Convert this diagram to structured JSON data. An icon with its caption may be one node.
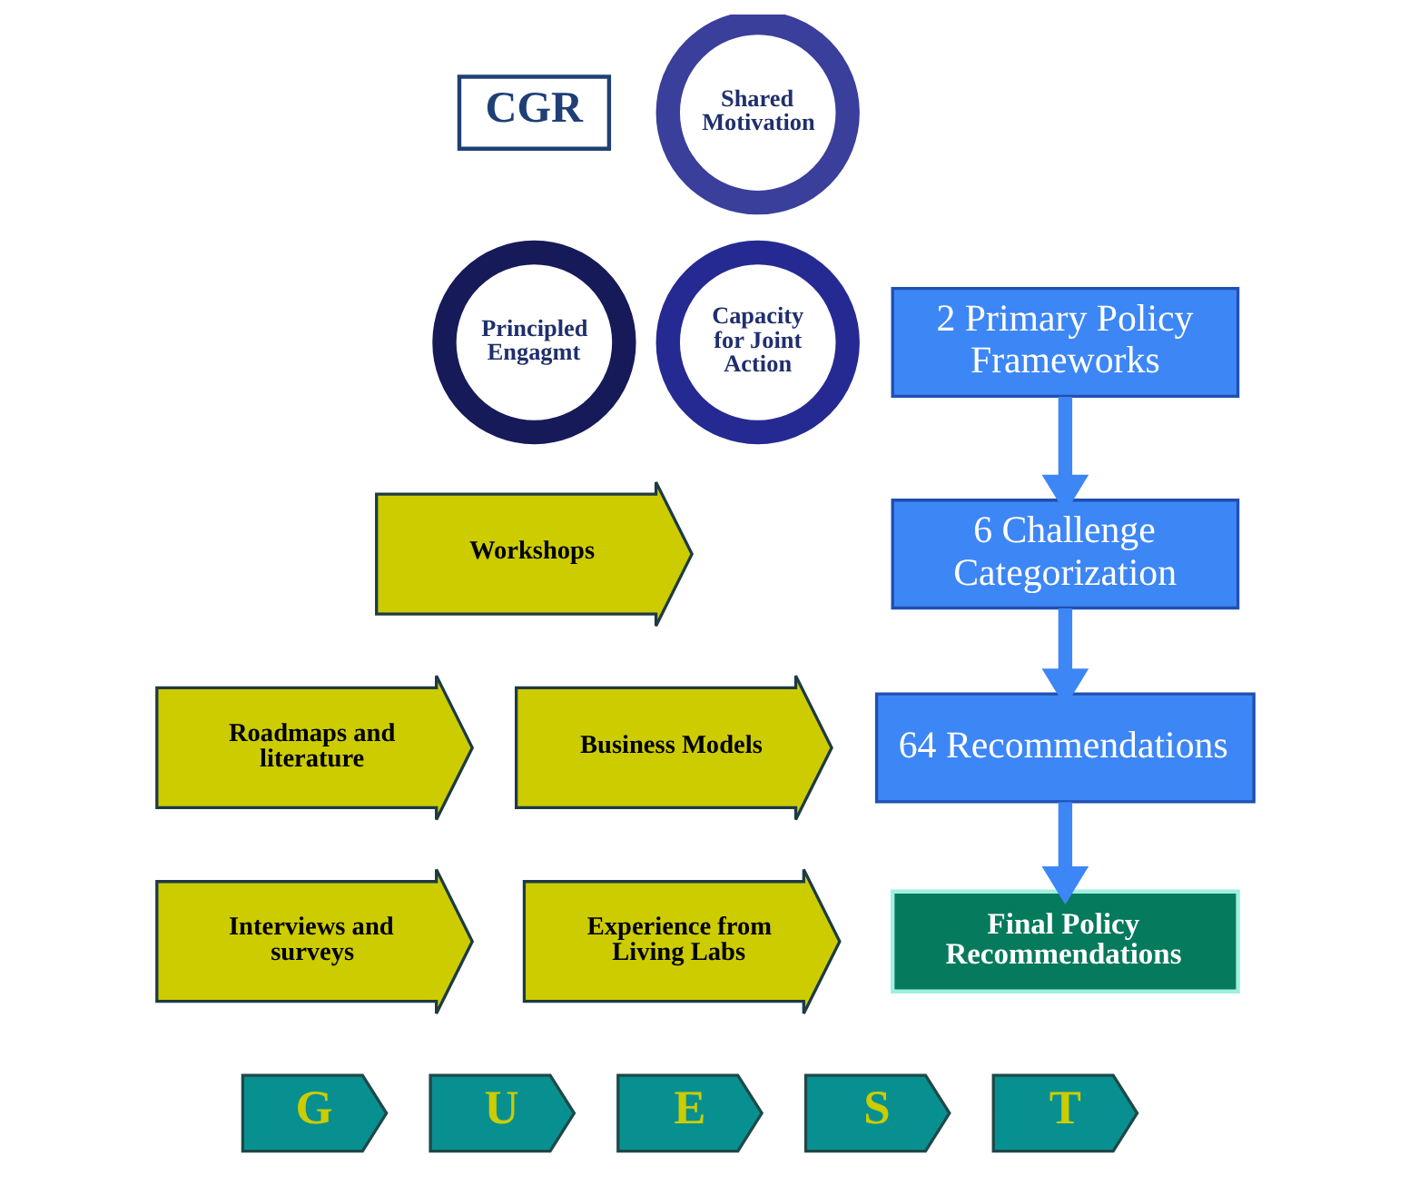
{
  "diagram": {
    "nodes": [
      {
        "text": [
          "CGR"
        ]
      },
      {
        "text": [
          "Shared Motivation"
        ]
      },
      {
        "text": [
          "Principled Engagmt"
        ]
      },
      {
        "text": [
          "Capacity for Joint Action"
        ]
      },
      {
        "text": [
          "Workshops"
        ]
      },
      {
        "text": [
          "Roadmaps and literature"
        ]
      },
      {
        "text": [
          "Business Models"
        ]
      },
      {
        "text": [
          "Interviews and surveys"
        ]
      },
      {
        "text": [
          "Experience from Living Labs"
        ]
      },
      {
        "text": [
          "2 Primary Policy Frameworks"
        ]
      },
      {
        "text": [
          "6 Challenge Categorization"
        ]
      },
      {
        "text": [
          "64 Recommendations"
        ]
      },
      {
        "text": [
          "Final Policy Recommendations"
        ]
      },
      {
        "text": [
          "G"
        ]
      },
      {
        "text": [
          "U"
        ]
      },
      {
        "text": [
          "E"
        ]
      },
      {
        "text": [
          "S"
        ]
      },
      {
        "text": [
          "T"
        ]
      }
    ],
    "edges": [
      {
        "from": 9,
        "to": 10,
        "arrow": "to"
      },
      {
        "from": 10,
        "to": 11,
        "arrow": "to"
      },
      {
        "from": 11,
        "to": 12,
        "arrow": "to"
      }
    ]
  }
}
